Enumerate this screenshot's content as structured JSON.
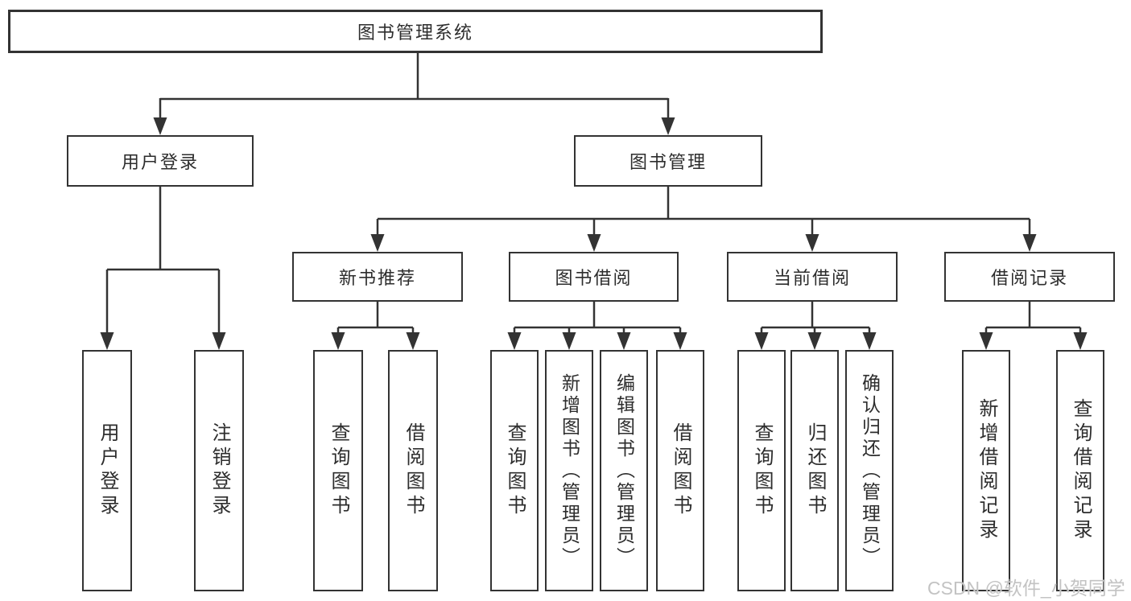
{
  "tree": {
    "root": {
      "label": "图书管理系统"
    },
    "children": [
      {
        "label": "用户登录",
        "children": [
          {
            "label": "用户登录"
          },
          {
            "label": "注销登录"
          }
        ]
      },
      {
        "label": "图书管理",
        "children": [
          {
            "label": "新书推荐",
            "children": [
              {
                "label": "查询图书"
              },
              {
                "label": "借阅图书"
              }
            ]
          },
          {
            "label": "图书借阅",
            "children": [
              {
                "label": "查询图书"
              },
              {
                "label": "新增图书（管理员）"
              },
              {
                "label": "编辑图书（管理员）"
              },
              {
                "label": "借阅图书"
              }
            ]
          },
          {
            "label": "当前借阅",
            "children": [
              {
                "label": "查询图书"
              },
              {
                "label": "归还图书"
              },
              {
                "label": "确认归还（管理员）"
              }
            ]
          },
          {
            "label": "借阅记录",
            "children": [
              {
                "label": "新增借阅记录"
              },
              {
                "label": "查询借阅记录"
              }
            ]
          }
        ]
      }
    ]
  },
  "watermark": {
    "text": "CSDN @软件_小贺同学"
  },
  "colors": {
    "line": "#333333",
    "text": "#2d2d2d",
    "watermark": "#c3c3c3",
    "background": "#ffffff"
  }
}
